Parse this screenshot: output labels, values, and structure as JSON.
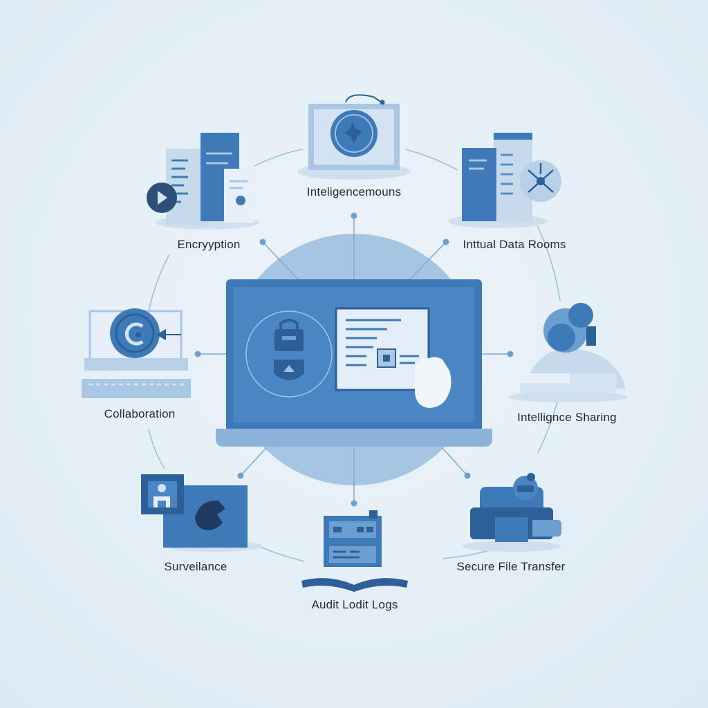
{
  "nodes": {
    "top": {
      "label": "Inteligencemouns",
      "icon": "monitor-icon"
    },
    "top_left": {
      "label": "Encryyption",
      "icon": "document-stack-icon"
    },
    "top_right": {
      "label": "Inttual Data Rooms",
      "icon": "server-rack-icon"
    },
    "left": {
      "label": "Collaboration",
      "icon": "target-scanner-icon"
    },
    "right": {
      "label": "Intellignce Sharing",
      "icon": "user-headset-icon"
    },
    "bottom_left": {
      "label": "Surveilance",
      "icon": "surveillance-screen-icon"
    },
    "bottom": {
      "label": "Audit Lodit Logs",
      "icon": "log-book-icon"
    },
    "bottom_right": {
      "label": "Secure File Transfer",
      "icon": "file-transfer-icon"
    }
  },
  "center": {
    "icon": "laptop-security-icon"
  },
  "colors": {
    "primary": "#3f7ab8",
    "dark": "#2d5f98",
    "light": "#a9c6e3",
    "pale": "#d3e3f1",
    "halo": "#8fb6dc",
    "line": "#8fb4d8"
  }
}
